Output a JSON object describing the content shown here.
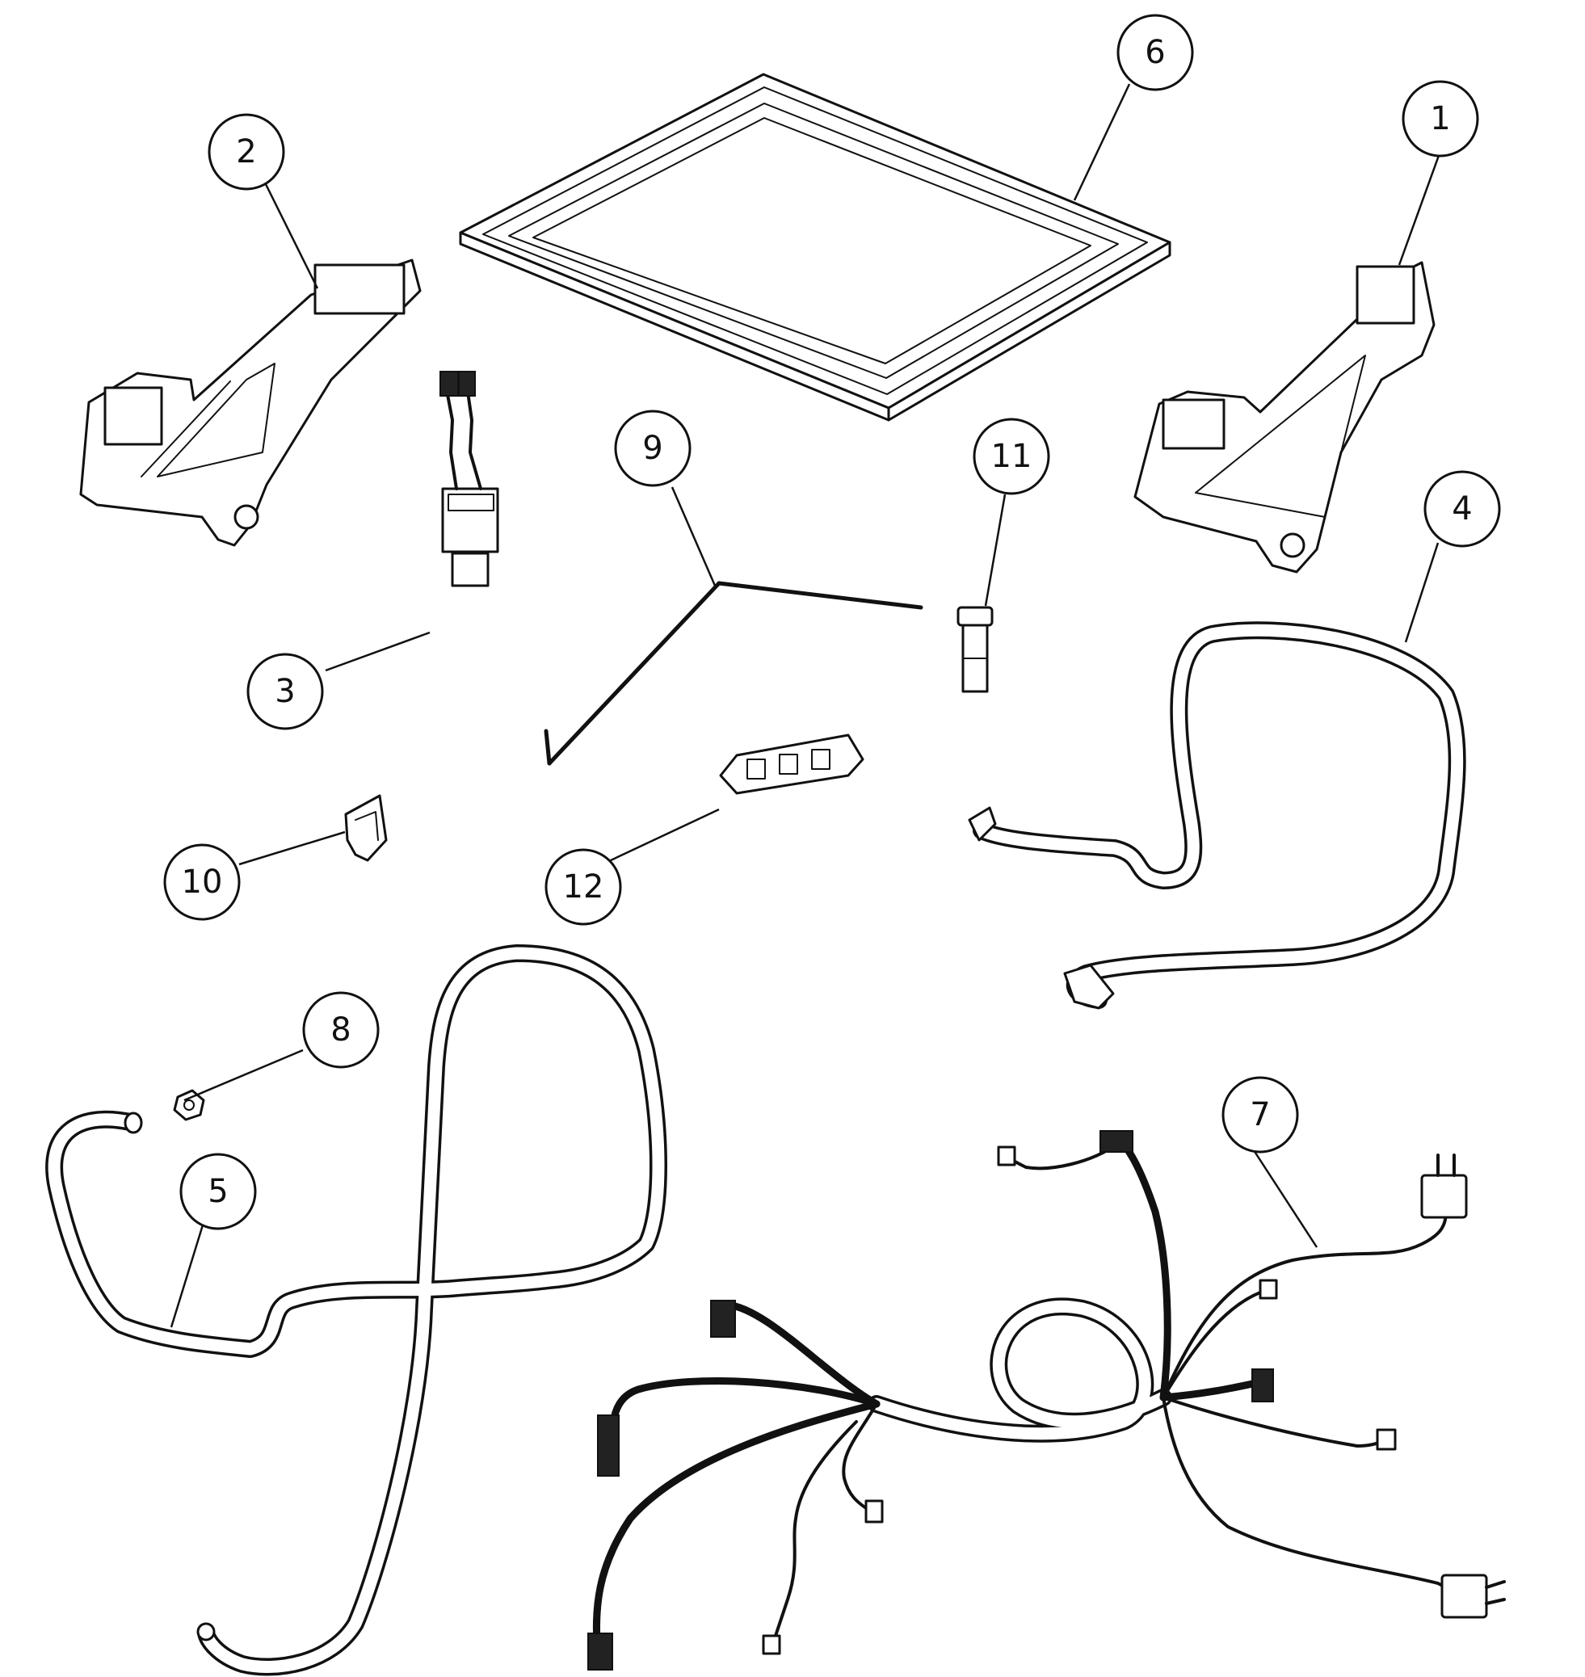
{
  "callouts": [
    {
      "label": "1"
    },
    {
      "label": "2"
    },
    {
      "label": "3"
    },
    {
      "label": "4"
    },
    {
      "label": "5"
    },
    {
      "label": "6"
    },
    {
      "label": "7"
    },
    {
      "label": "8"
    },
    {
      "label": "9"
    },
    {
      "label": "10"
    },
    {
      "label": "11"
    },
    {
      "label": "12"
    }
  ],
  "colors": {
    "ink": "#111111",
    "paper": "#ffffff"
  }
}
